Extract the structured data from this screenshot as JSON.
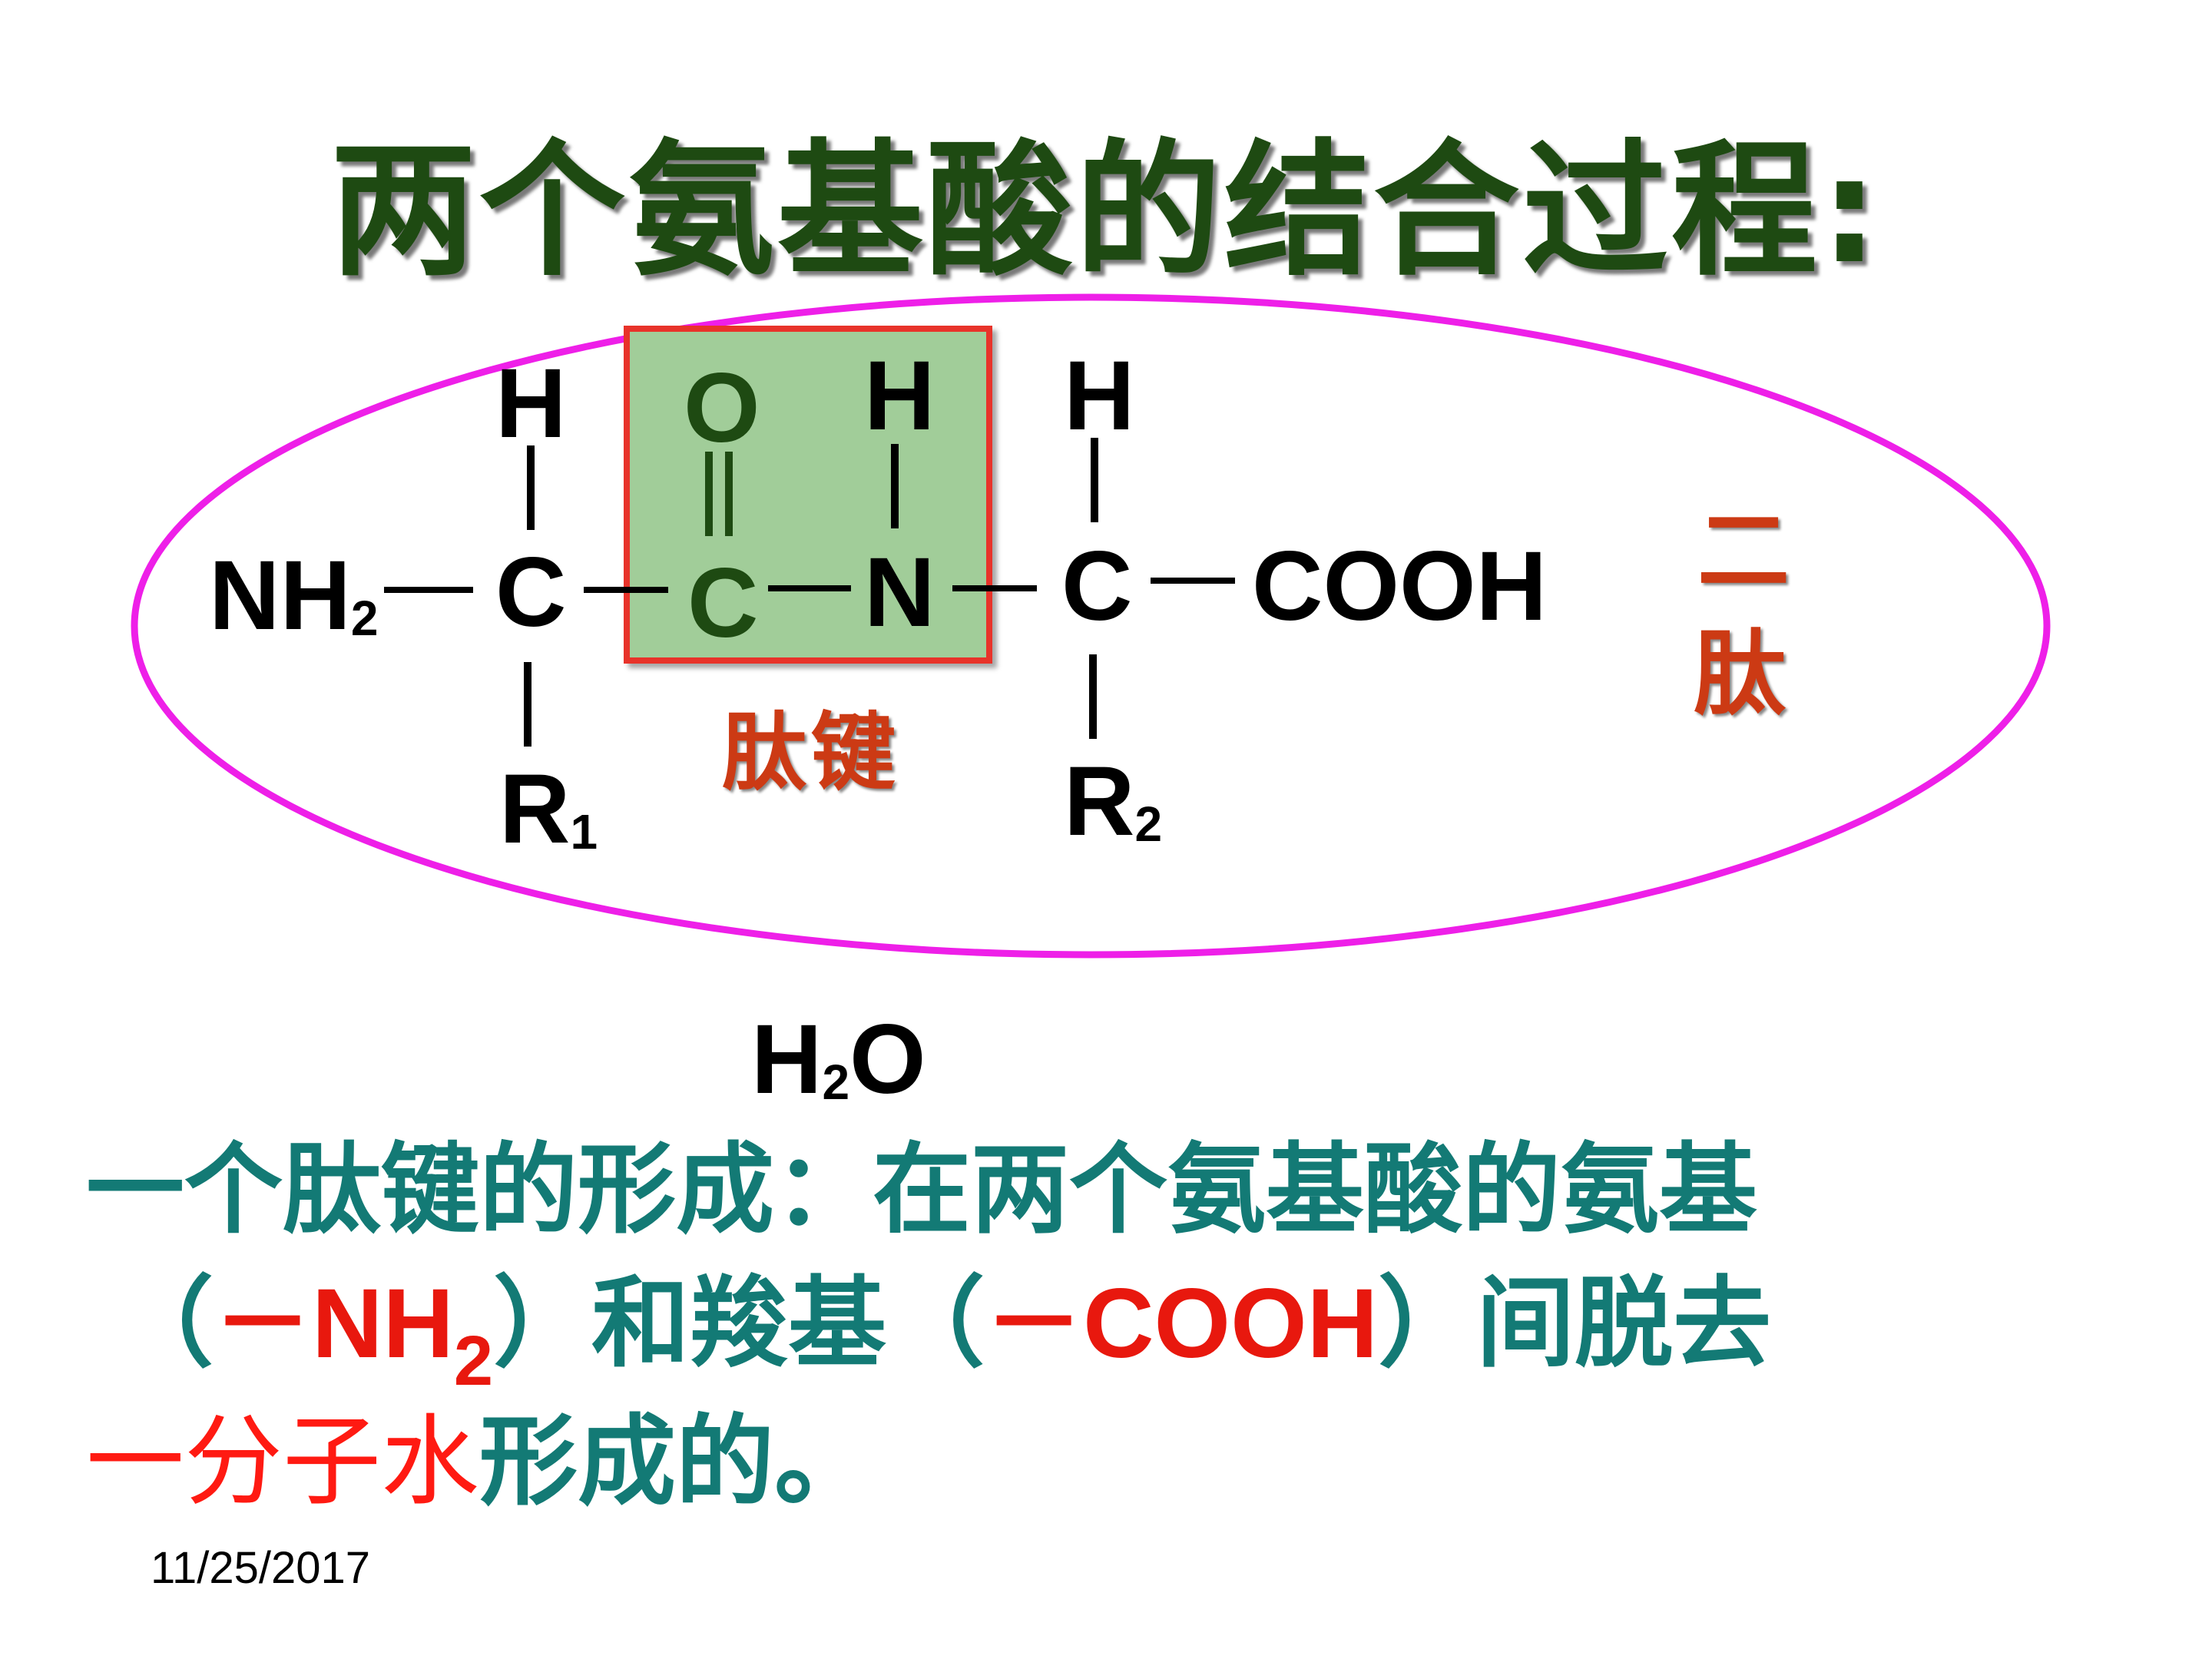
{
  "slide": {
    "title": "两个氨基酸的结合过程:",
    "date": "11/25/2017"
  },
  "structure": {
    "nh2_main": "NH",
    "nh2_sub": "2",
    "c1": "C",
    "h1": "H",
    "r1_main": "R",
    "r1_sub": "1",
    "o": "O",
    "c2": "C",
    "h_n": "H",
    "n": "N",
    "c3": "C",
    "h3": "H",
    "cooh": "COOH",
    "r2_main": "R",
    "r2_sub": "2",
    "water_h": "H",
    "water_sub": "2",
    "water_o": "O"
  },
  "labels": {
    "peptide_bond": "肽键",
    "dipeptide_1": "二",
    "dipeptide_2": "肽"
  },
  "description": {
    "l1": "一个肽键的形成：在两个氨基酸的氨基",
    "l2_a": "（",
    "l2_b": "－NH",
    "l2_sub": "2",
    "l2_c": "）和羧基（",
    "l2_d": "－COOH",
    "l2_e": "）间脱去",
    "l3_a": "一分子水",
    "l3_b": "形成的。"
  },
  "colors": {
    "title": "#1e4a12",
    "ellipse": "#ee1fe8",
    "peptide_fill": "#a1cd99",
    "peptide_border": "#e8332a",
    "label": "#cc3a14",
    "text_teal": "#137a75",
    "text_red": "#ff1a12"
  }
}
